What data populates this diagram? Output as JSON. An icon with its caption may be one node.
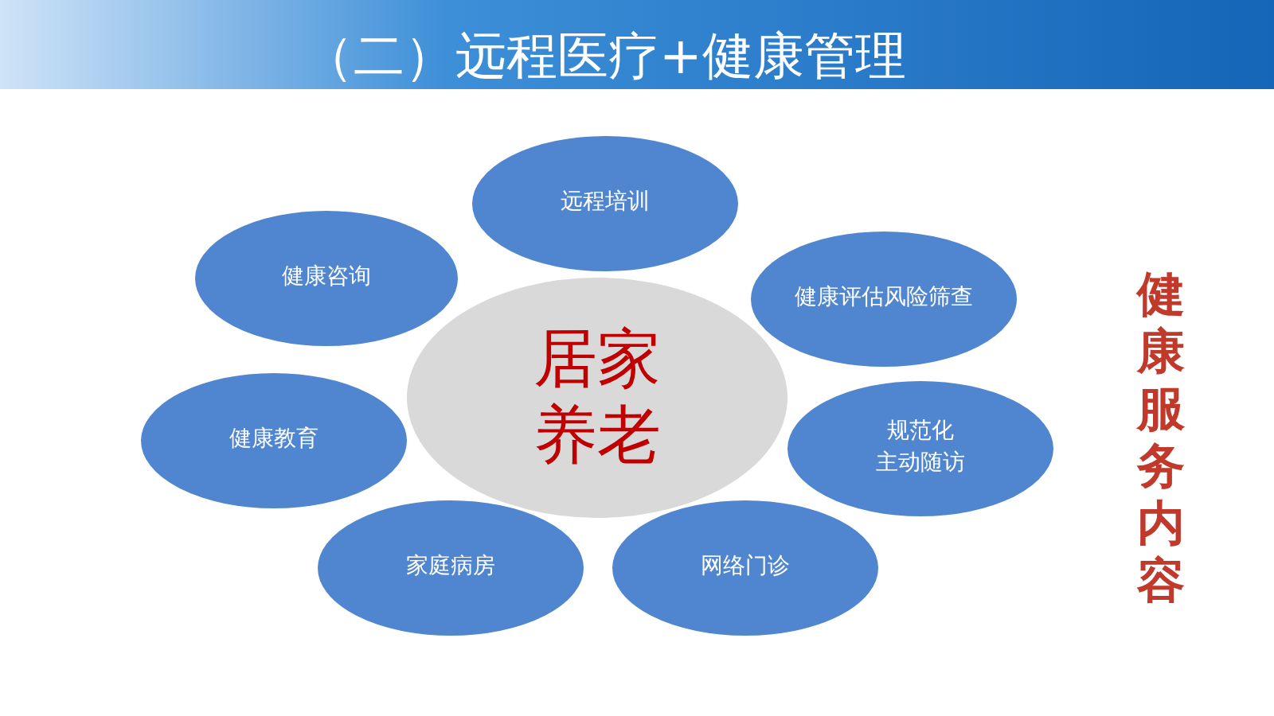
{
  "diagram": {
    "title": "（二）远程医疗+健康管理",
    "nodes": [
      {
        "text": [
          "居家养老"
        ]
      },
      {
        "text": [
          "远程培训"
        ]
      },
      {
        "text": [
          "健康咨询"
        ]
      },
      {
        "text": [
          "健康评估风险筛查"
        ]
      },
      {
        "text": [
          "健康教育"
        ]
      },
      {
        "text": [
          "规范化",
          "主动随访"
        ]
      },
      {
        "text": [
          "家庭病房"
        ]
      },
      {
        "text": [
          "网络门诊"
        ]
      }
    ],
    "labels": [
      "健康服务内容"
    ]
  }
}
